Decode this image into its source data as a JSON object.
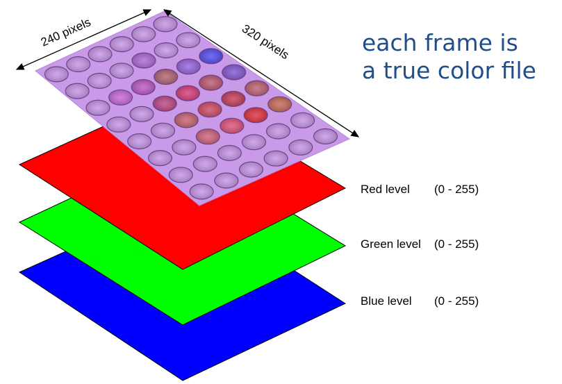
{
  "dimensions": {
    "height_label": "240 pixels",
    "width_label": "320 pixels"
  },
  "heading": {
    "line1": "each frame is",
    "line2": "a true color file"
  },
  "layers": [
    {
      "name": "Red level",
      "range": "(0 - 255)",
      "color": "#ff0000"
    },
    {
      "name": "Green level",
      "range": "(0 - 255)",
      "color": "#00ff00"
    },
    {
      "name": "Blue level",
      "range": "(0 - 255)",
      "color": "#0000ff"
    }
  ],
  "image_layer": {
    "description_icon": "microplate-wells-image",
    "base_color": "#c99ae8",
    "grid_rows": 6,
    "grid_cols": 8
  }
}
